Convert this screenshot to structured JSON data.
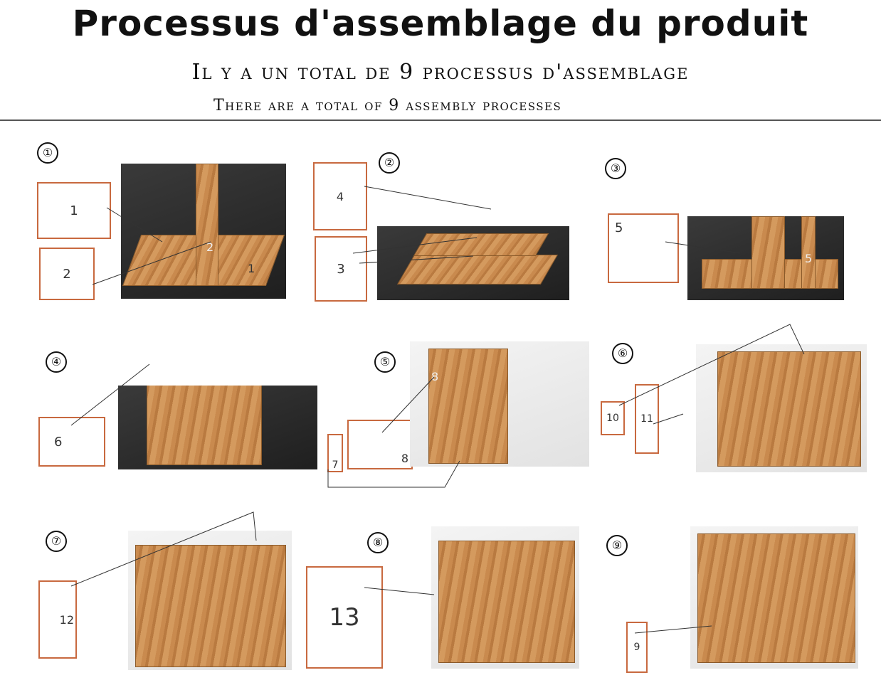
{
  "header": {
    "title": "Processus d'assemblage du produit",
    "subtitle_fr": "Il y a un total de 9 processus d'assemblage",
    "subtitle_en": "There are a total of 9 assembly processes"
  },
  "steps": [
    {
      "marker": "①",
      "parts": [
        "1",
        "2"
      ],
      "photo_labels": [
        "2",
        "1"
      ]
    },
    {
      "marker": "②",
      "parts": [
        "4",
        "3"
      ]
    },
    {
      "marker": "③",
      "parts": [
        "5"
      ],
      "photo_labels": [
        "5"
      ]
    },
    {
      "marker": "④",
      "parts": [
        "6"
      ]
    },
    {
      "marker": "⑤",
      "parts": [
        "7",
        "8"
      ],
      "photo_labels": [
        "8"
      ]
    },
    {
      "marker": "⑥",
      "parts": [
        "10",
        "11"
      ]
    },
    {
      "marker": "⑦",
      "parts": [
        "12"
      ]
    },
    {
      "marker": "⑧",
      "parts": [
        "13"
      ]
    },
    {
      "marker": "⑨",
      "parts": [
        "9"
      ]
    }
  ],
  "colors": {
    "part_outline": "#c8693f",
    "wood": "#c98a4e"
  }
}
